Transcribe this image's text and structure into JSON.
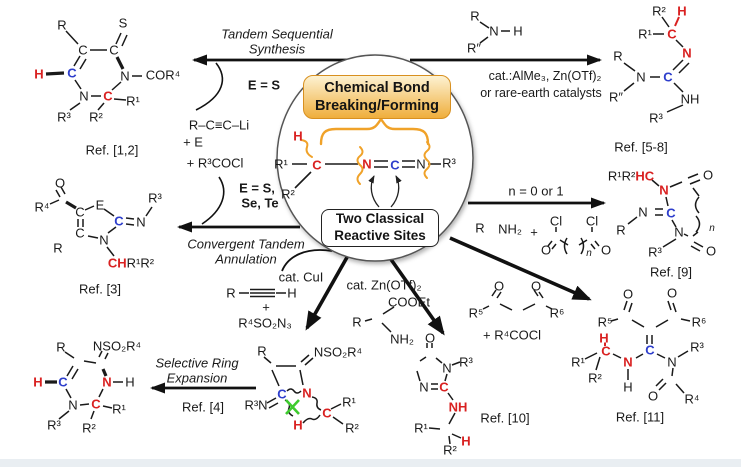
{
  "colors": {
    "red": "#d92121",
    "blue": "#2e3ecc",
    "orange": "#f0a229",
    "green": "#3ecb2e",
    "bond": "#1a1a1a"
  },
  "center": {
    "title_line1": "Chemical Bond",
    "title_line2": "Breaking/Forming",
    "sites_line1": "Two Classical",
    "sites_line2": "Reactive Sites",
    "mol": {
      "h": "H",
      "r1": "R¹",
      "c1": "C",
      "r2": "R²",
      "n1": "N",
      "c2": "C",
      "n2": "N",
      "r3": "R³"
    }
  },
  "pathways": {
    "p1": {
      "title1": "Tandem Sequential",
      "title2": "Synthesis",
      "cond": "E = S",
      "rg1": "R–C≡C–Li",
      "rg2": "+ E",
      "rg3": "+ R³COCl"
    },
    "p2": {
      "cat1": "cat.:AlMe₃, Zn(OTf)₂",
      "cat2": "or rare-earth catalysts",
      "r": "R",
      "n": "N",
      "h": "H",
      "rpp": "R″"
    },
    "p3": {
      "cond1": "E = S,",
      "cond2": "Se, Te",
      "title1": "Convergent Tandem",
      "title2": "Annulation"
    },
    "p4": {
      "cond": "n = 0 or 1",
      "r": "R",
      "nh2": "NH₂",
      "plus": "+",
      "cl1": "Cl",
      "cl2": "Cl",
      "o1": "O",
      "o2": "O",
      "n": "n"
    },
    "p5": {
      "cat": "cat. CuI",
      "r": "R",
      "h": "H",
      "plus": "+",
      "azide": "R⁴SO₂N₃"
    },
    "p6": {
      "cat": "cat. Zn(OTf)₂",
      "cooet": "COOEt",
      "r": "R",
      "nh2": "NH₂"
    },
    "p7": {
      "o1": "O",
      "o2": "O",
      "r5": "R⁵",
      "r6": "R⁶",
      "plus": "+ R⁴COCl"
    },
    "p8": {
      "title1": "Selective Ring",
      "title2": "Expansion",
      "ref": "Ref. [4]"
    }
  },
  "products": {
    "thione": {
      "ref": "Ref. [1,2]",
      "r": "R",
      "c1": "C",
      "c2": "C",
      "s": "S",
      "h": "H",
      "cb": "C",
      "n1": "N",
      "cor4": "COR⁴",
      "n2": "N",
      "cr": "C",
      "r1": "R¹",
      "r2": "R²",
      "r3": "R³"
    },
    "guanidine": {
      "ref": "Ref. [5-8]",
      "r2": "R²",
      "h": "H",
      "r1": "R¹",
      "cr": "C",
      "nr": "N",
      "r": "R",
      "n2": "N",
      "cb": "C",
      "rpp": "R″",
      "nh": "NH",
      "r3": "R³"
    },
    "annulation": {
      "ref": "Ref. [3]",
      "o": "O",
      "r4": "R⁴",
      "c1": "C",
      "e": "E",
      "r3": "R³",
      "cb": "C",
      "nx": "N",
      "c2": "C",
      "r": "R",
      "n1": "N",
      "ch_red": "CH",
      "ch_black": "R¹R²"
    },
    "cyclic": {
      "ref": "Ref. [9]",
      "hc_black": "R¹R²",
      "hc_red": "HC",
      "n1": "N",
      "o1": "O",
      "nx": "N",
      "cb": "C",
      "r": "R",
      "n2": "N",
      "nsub": "n",
      "o2": "O",
      "r3": "R³"
    },
    "expanded": {
      "r": "R",
      "nso2r4": "NSO₂R⁴",
      "h1": "H",
      "cb": "C",
      "n1": "N",
      "h2": "H",
      "n2": "N",
      "cr": "C",
      "r1": "R¹",
      "r2": "R²",
      "r3": "R³"
    },
    "azetidine": {
      "r": "R",
      "nso2r4": "NSO₂R⁴",
      "cb": "C",
      "nr": "N",
      "r3n": "R³N",
      "h": "H",
      "cr": "C",
      "r1": "R¹",
      "r2": "R²"
    },
    "imidazolone": {
      "ref": "Ref. [10]",
      "o": "O",
      "n1": "N",
      "r3": "R³",
      "n2": "N",
      "cr": "C",
      "nh": "NH",
      "r1": "R¹",
      "h": "H",
      "r2": "R²"
    },
    "aminal": {
      "ref": "Ref. [11]",
      "o1": "O",
      "o2": "O",
      "r5": "R⁵",
      "r6": "R⁶",
      "h1": "H",
      "cr": "C",
      "cb": "C",
      "r1": "R¹",
      "nr": "N",
      "n2": "N",
      "r3": "R³",
      "r2": "R²",
      "h2": "H",
      "o3": "O",
      "r4": "R⁴"
    }
  }
}
